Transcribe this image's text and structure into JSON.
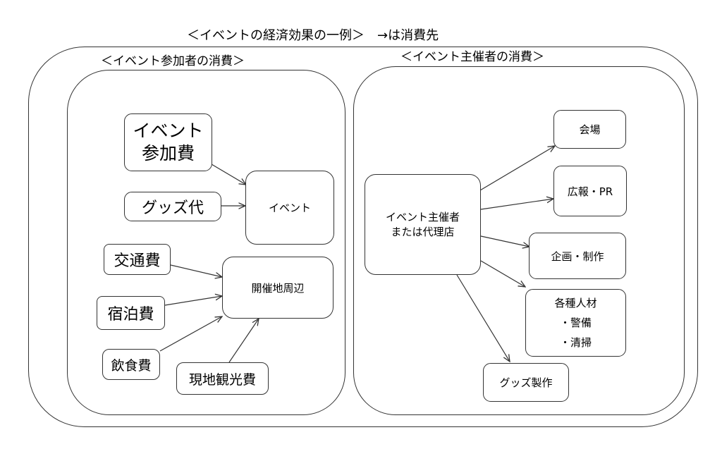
{
  "title": "＜イベントの経済効果の一例＞　→は消費先",
  "participant": {
    "heading": "＜イベント参加者の消費＞",
    "items": {
      "fee_line1": "イベント",
      "fee_line2": "参加費",
      "goods": "グッズ代",
      "transport": "交通費",
      "lodging": "宿泊費",
      "food": "飲食費",
      "sightseeing": "現地観光費"
    },
    "targets": {
      "event": "イベント",
      "venue_area": "開催地周辺"
    }
  },
  "organizer": {
    "heading": "＜イベント主催者の消費＞",
    "source_line1": "イベント主催者",
    "source_line2": "または代理店",
    "targets": {
      "venue": "会場",
      "pr": "広報・PR",
      "planning": "企画・制作",
      "staff_line1": "各種人材",
      "staff_line2": "・警備",
      "staff_line3": "・清掃",
      "goods_production": "グッズ製作"
    }
  }
}
